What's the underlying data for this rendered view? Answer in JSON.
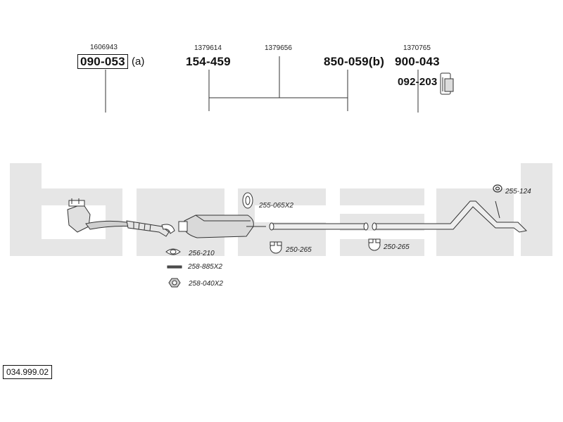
{
  "references": {
    "r1": "1606943",
    "r2": "1379614",
    "r3": "1379656",
    "r4": "1370765"
  },
  "part_numbers": {
    "p1": "090-053",
    "p1_suffix": "(a)",
    "p2": "154-459",
    "p3": "850-059(b)",
    "p4": "900-043",
    "p5": "092-203"
  },
  "component_labels": {
    "gasket_front": "256-210",
    "bolt": "258-885X2",
    "nut": "258-040X2",
    "seal_ring": "255-065X2",
    "clamp_1": "250-265",
    "clamp_2": "250-265",
    "hanger": "255-124"
  },
  "document_number": "034.999.02",
  "watermark": {
    "color": "#e6e6e6"
  }
}
